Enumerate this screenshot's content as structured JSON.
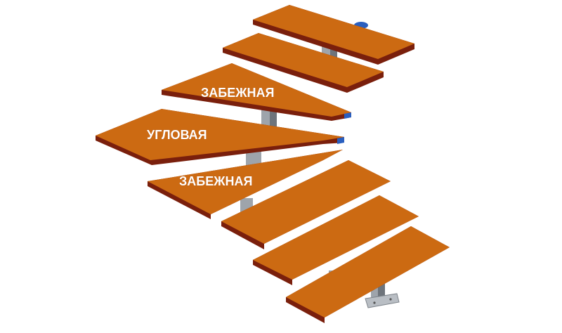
{
  "labels": {
    "winder_top": "ЗАБЕЖНАЯ",
    "corner": "УГЛОВАЯ",
    "winder_bottom": "ЗАБЕЖНАЯ"
  },
  "colors": {
    "tread_top": "#cc6a12",
    "tread_edge": "#7a1f0c",
    "tread_edge_dark": "#5a1408",
    "post": "#9ea4ab",
    "post_dark": "#6e747b",
    "cap": "#2a5fbf",
    "base_plate": "#b9bec4"
  }
}
